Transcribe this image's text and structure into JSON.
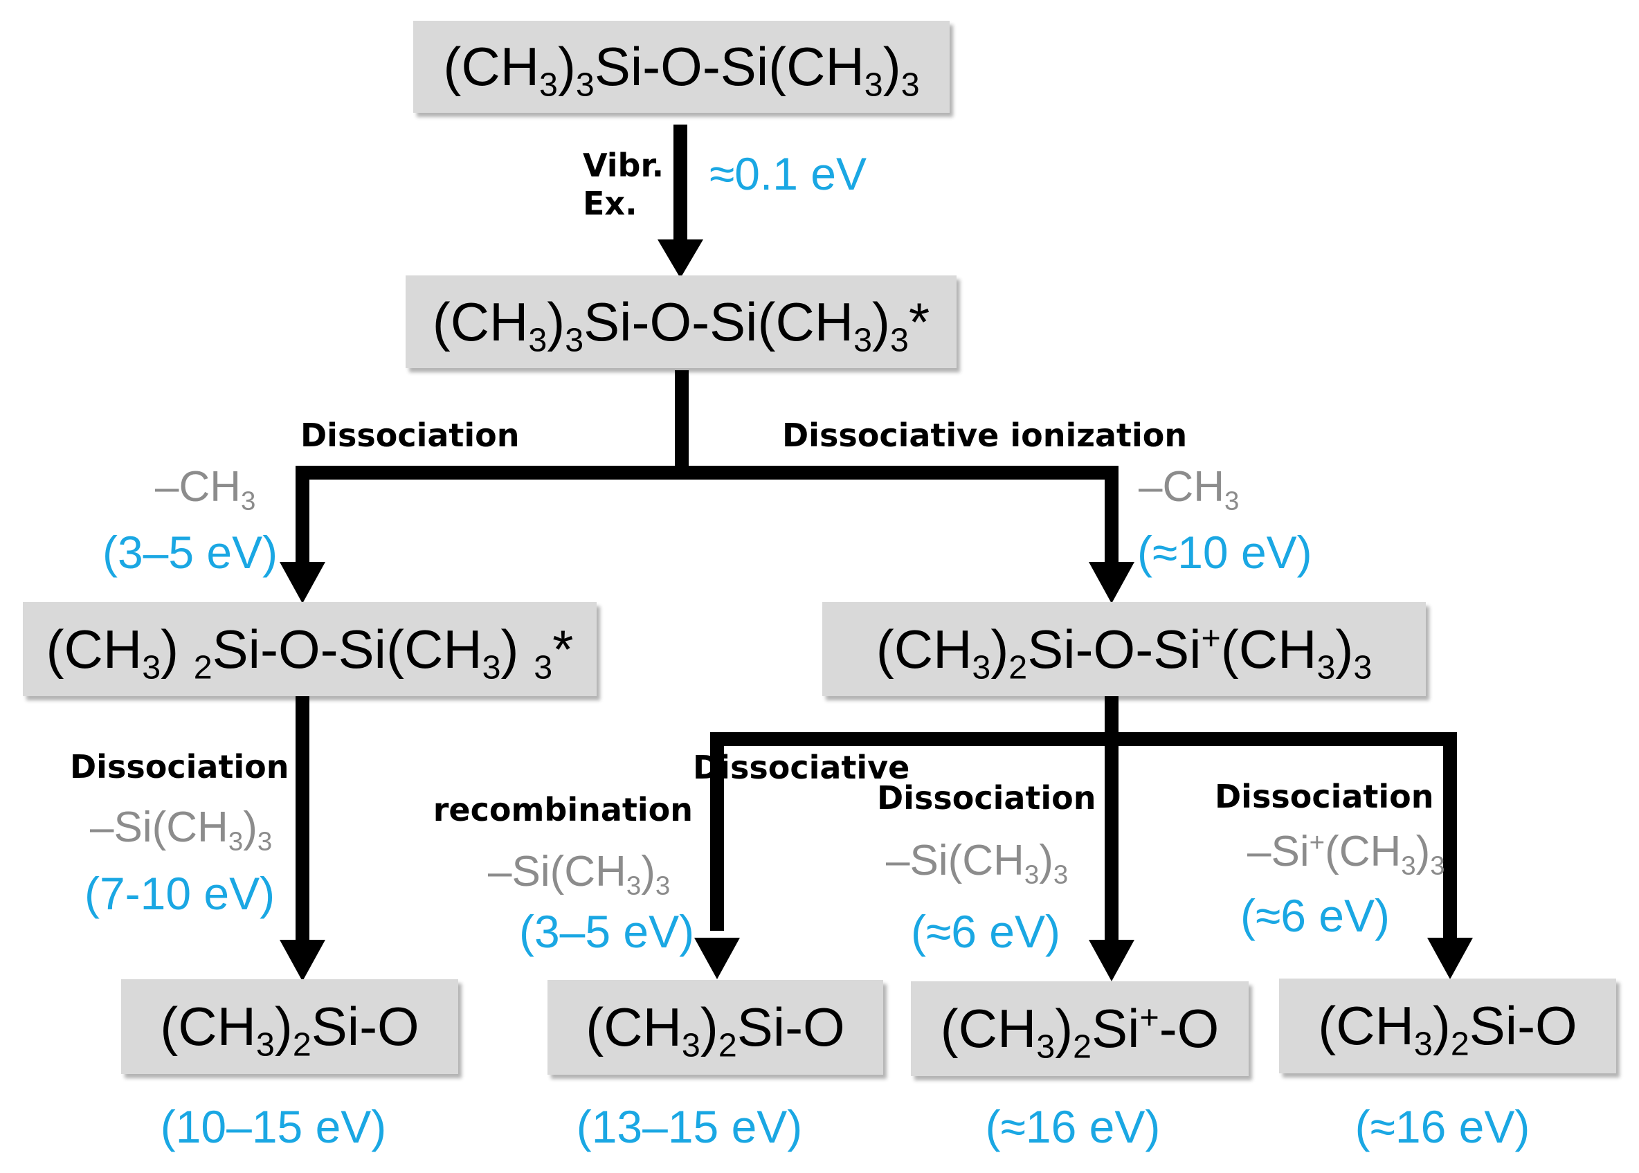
{
  "boxes": {
    "b1": {
      "p1": "(CH",
      "s1": "3",
      "p2": ")",
      "s2": "3",
      "p3": "Si-O-Si(CH",
      "s3": "3",
      "p4": ")",
      "s4": "3"
    },
    "b2": {
      "p1": "(CH",
      "s1": "3",
      "p2": ")",
      "s2": "3",
      "p3": "Si-O-Si(CH",
      "s3": "3",
      "p4": ")",
      "s4": "3",
      "p5": "*"
    },
    "b3": {
      "p1": "(CH",
      "s1": "3",
      "p2": ") ",
      "s2": "2",
      "p3": "Si-O-Si(CH",
      "s3": "3",
      "p4": ") ",
      "s4": "3",
      "p5": "*"
    },
    "b4": {
      "p1": "(CH",
      "s1": "3",
      "p2": ")",
      "s2": "2",
      "p3": "Si-O-Si",
      "sup1": "+",
      "p4": "(CH",
      "s3": "3",
      "p5": ")",
      "s4": "3"
    },
    "b5": {
      "p1": "(CH",
      "s1": "3",
      "p2": ")",
      "s2": "2",
      "p3": "Si-O"
    },
    "b6": {
      "p1": "(CH",
      "s1": "3",
      "p2": ")",
      "s2": "2",
      "p3": "Si-O"
    },
    "b7": {
      "p1": "(CH",
      "s1": "3",
      "p2": ")",
      "s2": "2",
      "p3": "Si",
      "sup1": "+",
      "p4": "-O"
    },
    "b8": {
      "p1": "(CH",
      "s1": "3",
      "p2": ")",
      "s2": "2",
      "p3": "Si-O"
    }
  },
  "processes": {
    "vibr_line1": "Vibr.",
    "vibr_line2": "Ex.",
    "dissociation_top": "Dissociation",
    "dissociative_ionization": "Dissociative ionization",
    "dissociation_left": "Dissociation",
    "diss_recomb_line1": "Dissociative",
    "diss_recomb_line2": "recombination",
    "dissociation_mid": "Dissociation",
    "dissociation_right": "Dissociation"
  },
  "fragments": {
    "ch3_left": {
      "p1": "–CH",
      "s1": "3"
    },
    "ch3_right": {
      "p1": "–CH",
      "s1": "3"
    },
    "sich3_left": {
      "p1": "–Si(CH",
      "s1": "3",
      "p2": ")",
      "s2": "3"
    },
    "sich3_recomb": {
      "p1": "–Si(CH",
      "s1": "3",
      "p2": ")",
      "s2": "3"
    },
    "sich3_mid": {
      "p1": "–Si(CH",
      "s1": "3",
      "p2": ")",
      "s2": "3"
    },
    "siplus_right": {
      "p1": "–Si",
      "sup1": "+",
      "p2": "(CH",
      "s1": "3",
      "p3": ")",
      "s2": "3"
    }
  },
  "energies": {
    "vibr": "≈0.1 eV",
    "diss_top": "(3–5 eV)",
    "ion_top": "(≈10 eV)",
    "diss_left": "(7-10 eV)",
    "recomb": "(3–5 eV)",
    "diss_mid": "(≈6 eV)",
    "diss_right": "(≈6 eV)",
    "final1": "(10–15 eV)",
    "final2": "(13–15 eV)",
    "final3": "(≈16 eV)",
    "final4": "(≈16 eV)"
  },
  "colors": {
    "box": "#d9d9d9",
    "energy": "#1aa7e3",
    "fragment": "#8c8c8c",
    "arrow": "#000000"
  }
}
